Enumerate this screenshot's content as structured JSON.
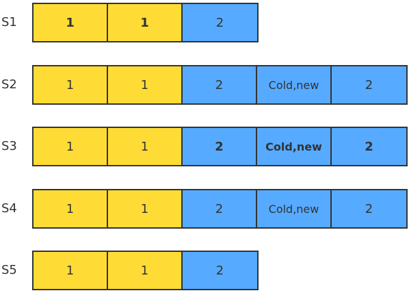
{
  "colors": {
    "yellow": "#FFDC35",
    "blue": "#56AAFF",
    "border": "#333333"
  },
  "rows": [
    {
      "label": "S1",
      "cells": [
        {
          "text": "1",
          "color": "yellow",
          "bold": true
        },
        {
          "text": "1",
          "color": "yellow",
          "bold": true
        },
        {
          "text": "2",
          "color": "blue",
          "bold": false
        }
      ]
    },
    {
      "label": "S2",
      "cells": [
        {
          "text": "1",
          "color": "yellow",
          "bold": false
        },
        {
          "text": "1",
          "color": "yellow",
          "bold": false
        },
        {
          "text": "2",
          "color": "blue",
          "bold": false
        },
        {
          "text": "Cold,new",
          "color": "blue",
          "bold": false
        },
        {
          "text": "2",
          "color": "blue",
          "bold": false
        }
      ]
    },
    {
      "label": "S3",
      "cells": [
        {
          "text": "1",
          "color": "yellow",
          "bold": false
        },
        {
          "text": "1",
          "color": "yellow",
          "bold": false
        },
        {
          "text": "2",
          "color": "blue",
          "bold": true
        },
        {
          "text": "Cold,new",
          "color": "blue",
          "bold": true
        },
        {
          "text": "2",
          "color": "blue",
          "bold": true
        }
      ]
    },
    {
      "label": "S4",
      "cells": [
        {
          "text": "1",
          "color": "yellow",
          "bold": false
        },
        {
          "text": "1",
          "color": "yellow",
          "bold": false
        },
        {
          "text": "2",
          "color": "blue",
          "bold": false
        },
        {
          "text": "Cold,new",
          "color": "blue",
          "bold": false
        },
        {
          "text": "2",
          "color": "blue",
          "bold": false
        }
      ]
    },
    {
      "label": "S5",
      "cells": [
        {
          "text": "1",
          "color": "yellow",
          "bold": false
        },
        {
          "text": "1",
          "color": "yellow",
          "bold": false
        },
        {
          "text": "2",
          "color": "blue",
          "bold": false
        }
      ]
    }
  ]
}
